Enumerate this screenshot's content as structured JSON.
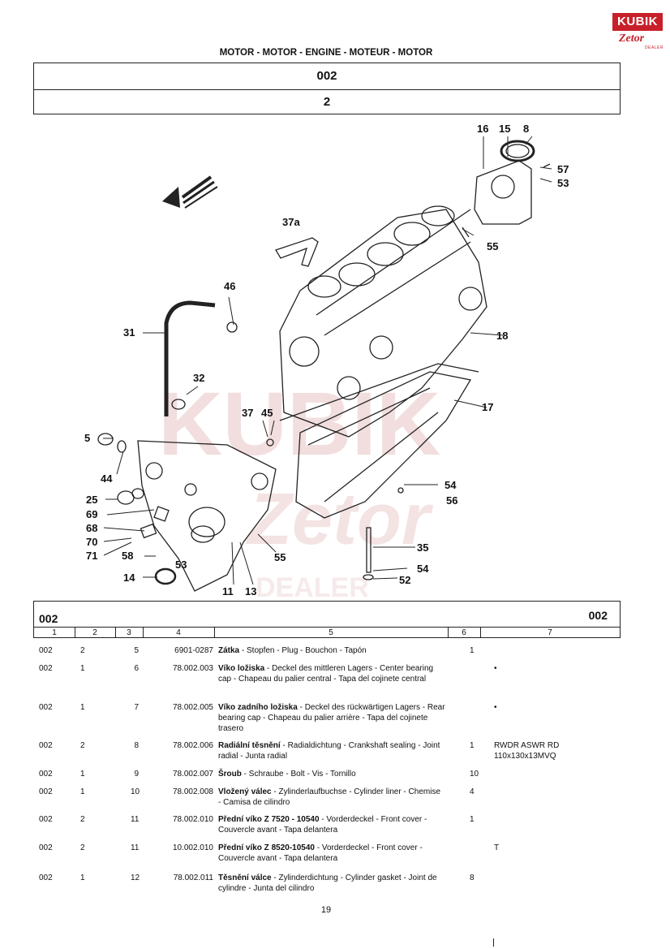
{
  "logo": {
    "brand": "KUBIK",
    "sub": "Zetor",
    "tag": "DEALER"
  },
  "page_title": "MOTOR - MOTOR - ENGINE - MOTEUR - MOTOR",
  "header": {
    "code": "002",
    "number": "2"
  },
  "callouts": [
    "16",
    "15",
    "8",
    "57",
    "53",
    "55",
    "37a",
    "46",
    "31",
    "18",
    "32",
    "17",
    "37",
    "45",
    "5",
    "44",
    "25",
    "69",
    "68",
    "70",
    "71",
    "58",
    "53",
    "14",
    "11",
    "13",
    "55",
    "54",
    "56",
    "35",
    "54",
    "52"
  ],
  "watermark": {
    "brand": "KUBIK",
    "sub": "Zetor",
    "tag": "DEALER"
  },
  "table": {
    "code_left": "002",
    "code_right": "002",
    "columns": [
      "1",
      "2",
      "3",
      "4",
      "5",
      "6",
      "7"
    ],
    "rows": [
      {
        "c1": "002",
        "c2": "2",
        "c3": "5",
        "c4": "6901-0287",
        "bold": "Zátka",
        "desc": " - Stopfen - Plug - Bouchon - Tapón",
        "c6": "1",
        "c7": ""
      },
      {
        "c1": "002",
        "c2": "1",
        "c3": "6",
        "c4": "78.002.003",
        "bold": "Víko ložiska",
        "desc": " - Deckel des mittleren Lagers - Center bearing cap - Chapeau du palier central - Tapa del cojinete central",
        "c6": "",
        "c7": "•"
      },
      {
        "c1": "002",
        "c2": "1",
        "c3": "7",
        "c4": "78.002.005",
        "bold": "Víko zadního ložiska",
        "desc": " - Deckel des rückwärtigen Lagers - Rear bearing cap - Chapeau du palier arrière - Tapa del cojinete trasero",
        "c6": "",
        "c7": "•"
      },
      {
        "c1": "002",
        "c2": "2",
        "c3": "8",
        "c4": "78.002.006",
        "bold": "Radiální těsnění",
        "desc": " - Radialdichtung - Crankshaft sealing - Joint radial - Junta radial",
        "c6": "1",
        "c7": "RWDR ASWR RD 110x130x13MVQ"
      },
      {
        "c1": "002",
        "c2": "1",
        "c3": "9",
        "c4": "78.002.007",
        "bold": "Šroub",
        "desc": " - Schraube - Bolt - Vis - Tornillo",
        "c6": "10",
        "c7": ""
      },
      {
        "c1": "002",
        "c2": "1",
        "c3": "10",
        "c4": "78.002.008",
        "bold": "Vložený válec",
        "desc": " - Zylinderlaufbuchse - Cylinder liner - Chemise - Camisa de cilindro",
        "c6": "4",
        "c7": ""
      },
      {
        "c1": "002",
        "c2": "2",
        "c3": "11",
        "c4": "78.002.010",
        "bold": "Přední víko Z 7520 - 10540",
        "desc": " - Vorderdeckel - Front cover - Couvercle avant - Tapa delantera",
        "c6": "1",
        "c7": ""
      },
      {
        "c1": "002",
        "c2": "2",
        "c3": "11",
        "c4": "10.002.010",
        "bold": "Přední víko Z 8520-10540",
        "desc": " - Vorderdeckel - Front cover - Couvercle avant - Tapa delantera",
        "c6": "",
        "c7": "T"
      },
      {
        "c1": "002",
        "c2": "1",
        "c3": "12",
        "c4": "78.002.011",
        "bold": "Těsnění válce",
        "desc": " - Zylinderdichtung - Cylinder gasket - Joint de cylindre - Junta del cilindro",
        "c6": "8",
        "c7": ""
      }
    ]
  },
  "page_number": "19"
}
